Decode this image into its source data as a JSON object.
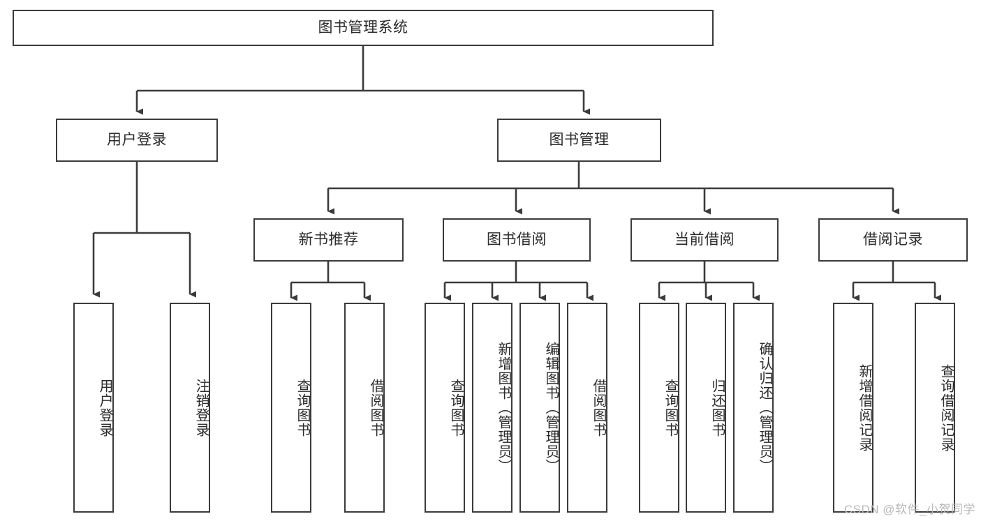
{
  "diagram": {
    "title": "图书管理系统",
    "type": "tree-hierarchy",
    "watermark": "CSDN @软件_小贺同学",
    "stroke_color": "#3b3b3b",
    "text_color": "#2b2b2b",
    "background_color": "#ffffff",
    "watermark_color": "#b9b9b9"
  },
  "nodes": {
    "root": {
      "label": "图书管理系统",
      "level": 0
    },
    "level1": [
      {
        "id": "user-login",
        "label": "用户登录"
      },
      {
        "id": "book-manage",
        "label": "图书管理"
      }
    ],
    "level2": [
      {
        "id": "new-book-recommend",
        "label": "新书推荐",
        "parent": "book-manage"
      },
      {
        "id": "book-borrow",
        "label": "图书借阅",
        "parent": "book-manage"
      },
      {
        "id": "current-borrow",
        "label": "当前借阅",
        "parent": "book-manage"
      },
      {
        "id": "borrow-record",
        "label": "借阅记录",
        "parent": "book-manage"
      }
    ],
    "leaves": {
      "user-login": [
        {
          "id": "leaf-user-login",
          "label": "用户登录"
        },
        {
          "id": "leaf-logout-login",
          "label": "注销登录"
        }
      ],
      "new-book-recommend": [
        {
          "id": "leaf-query-book-1",
          "label": "查询图书"
        },
        {
          "id": "leaf-borrow-book-1",
          "label": "借阅图书"
        }
      ],
      "book-borrow": [
        {
          "id": "leaf-query-book-2",
          "label": "查询图书"
        },
        {
          "id": "leaf-add-book",
          "label": "新增图书（管理员）"
        },
        {
          "id": "leaf-edit-book",
          "label": "编辑图书（管理员）"
        },
        {
          "id": "leaf-borrow-book-2",
          "label": "借阅图书"
        }
      ],
      "current-borrow": [
        {
          "id": "leaf-query-book-3",
          "label": "查询图书"
        },
        {
          "id": "leaf-return-book",
          "label": "归还图书"
        },
        {
          "id": "leaf-confirm-return",
          "label": "确认归还（管理员）"
        }
      ],
      "borrow-record": [
        {
          "id": "leaf-add-record",
          "label": "新增借阅记录"
        },
        {
          "id": "leaf-query-record",
          "label": "查询借阅记录"
        }
      ]
    }
  }
}
